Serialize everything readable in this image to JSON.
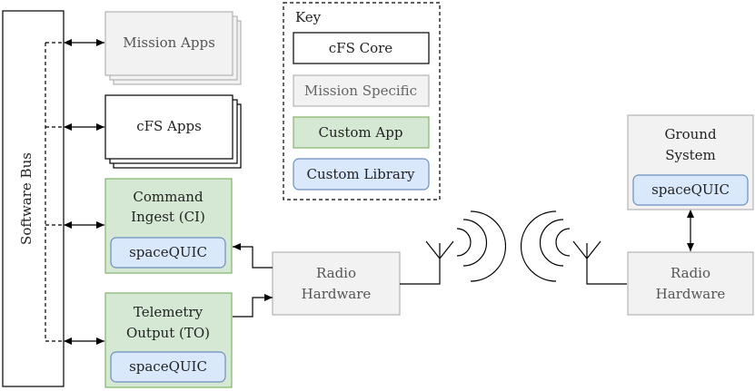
{
  "software_bus": {
    "label": "Software Bus"
  },
  "mission_apps": {
    "label": "Mission Apps"
  },
  "cfs_apps": {
    "label": "cFS Apps"
  },
  "command_ingest": {
    "line1": "Command",
    "line2": "Ingest (CI)",
    "library": "spaceQUIC"
  },
  "telemetry_output": {
    "line1": "Telemetry",
    "line2": "Output (TO)",
    "library": "spaceQUIC"
  },
  "radio_local": {
    "line1": "Radio",
    "line2": "Hardware"
  },
  "radio_ground": {
    "line1": "Radio",
    "line2": "Hardware"
  },
  "ground_system": {
    "line1": "Ground",
    "line2": "System",
    "library": "spaceQUIC"
  },
  "key": {
    "title": "Key",
    "items": [
      "cFS Core",
      "Mission Specific",
      "Custom App",
      "Custom Library"
    ]
  },
  "colors": {
    "core_fill": "#ffffff",
    "mission_fill": "#f2f2f2",
    "mission_stroke": "#b3b3b3",
    "app_fill": "#d5e8d4",
    "app_stroke": "#82b366",
    "library_fill": "#dae8fc",
    "library_stroke": "#6c8ebf",
    "line": "#000000"
  }
}
